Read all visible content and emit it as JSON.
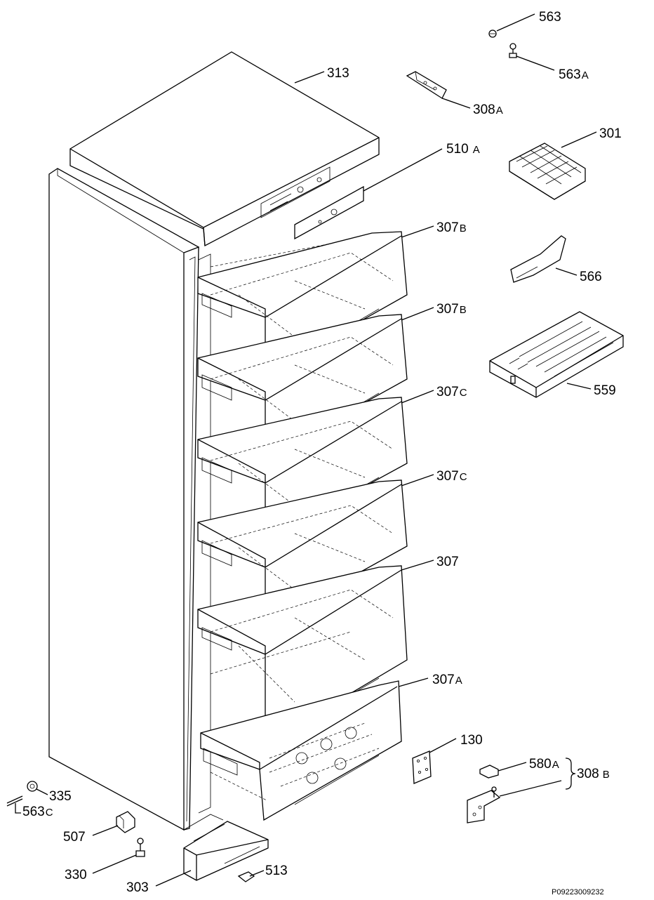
{
  "drawing_code": "P09223009232",
  "callouts": [
    {
      "id": "313",
      "label": "313",
      "suffix": ""
    },
    {
      "id": "563",
      "label": "563",
      "suffix": ""
    },
    {
      "id": "563a",
      "label": "563",
      "suffix": "A"
    },
    {
      "id": "308a",
      "label": "308",
      "suffix": "A"
    },
    {
      "id": "301",
      "label": "301",
      "suffix": ""
    },
    {
      "id": "510a",
      "label": "510",
      "suffix": "A"
    },
    {
      "id": "307b-1",
      "label": "307",
      "suffix": "B"
    },
    {
      "id": "566",
      "label": "566",
      "suffix": ""
    },
    {
      "id": "307b-2",
      "label": "307",
      "suffix": "B"
    },
    {
      "id": "559",
      "label": "559",
      "suffix": ""
    },
    {
      "id": "307c-1",
      "label": "307",
      "suffix": "C"
    },
    {
      "id": "307c-2",
      "label": "307",
      "suffix": "C"
    },
    {
      "id": "307",
      "label": "307",
      "suffix": ""
    },
    {
      "id": "307a",
      "label": "307",
      "suffix": "A"
    },
    {
      "id": "130",
      "label": "130",
      "suffix": ""
    },
    {
      "id": "580a",
      "label": "580",
      "suffix": "A"
    },
    {
      "id": "308b",
      "label": "308",
      "suffix": "B"
    },
    {
      "id": "335",
      "label": "335",
      "suffix": ""
    },
    {
      "id": "563c",
      "label": "563",
      "suffix": "C"
    },
    {
      "id": "507",
      "label": "507",
      "suffix": ""
    },
    {
      "id": "330",
      "label": "330",
      "suffix": ""
    },
    {
      "id": "303",
      "label": "303",
      "suffix": ""
    },
    {
      "id": "513",
      "label": "513",
      "suffix": ""
    }
  ]
}
